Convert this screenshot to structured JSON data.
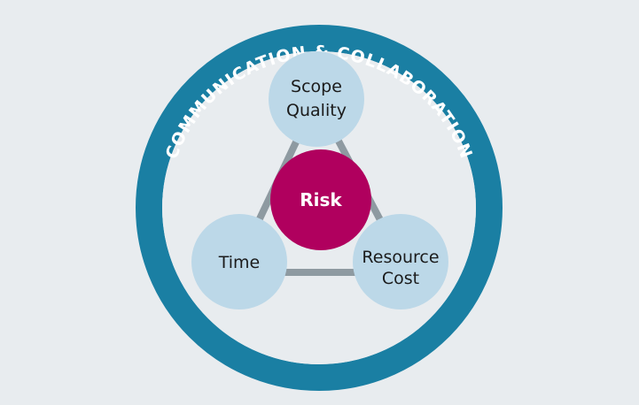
{
  "diagram": {
    "ring_text": "COMMUNICATION & COLLABORATION",
    "nodes": {
      "top": {
        "line1": "Scope",
        "line2": "Quality"
      },
      "left": {
        "label": "Time"
      },
      "right": {
        "line1": "Resource",
        "line2": "Cost"
      },
      "center": {
        "label": "Risk"
      }
    }
  },
  "colors": {
    "background": "#e8ecef",
    "ring": "#1a7fa3",
    "ring_text": "#ffffff",
    "inner_disc": "#e8ecef",
    "node_fill": "#bcd8e8",
    "connector": "#8e9aa1",
    "center_fill": "#b0005e",
    "node_text": "#1b1b1b",
    "center_text": "#ffffff"
  }
}
